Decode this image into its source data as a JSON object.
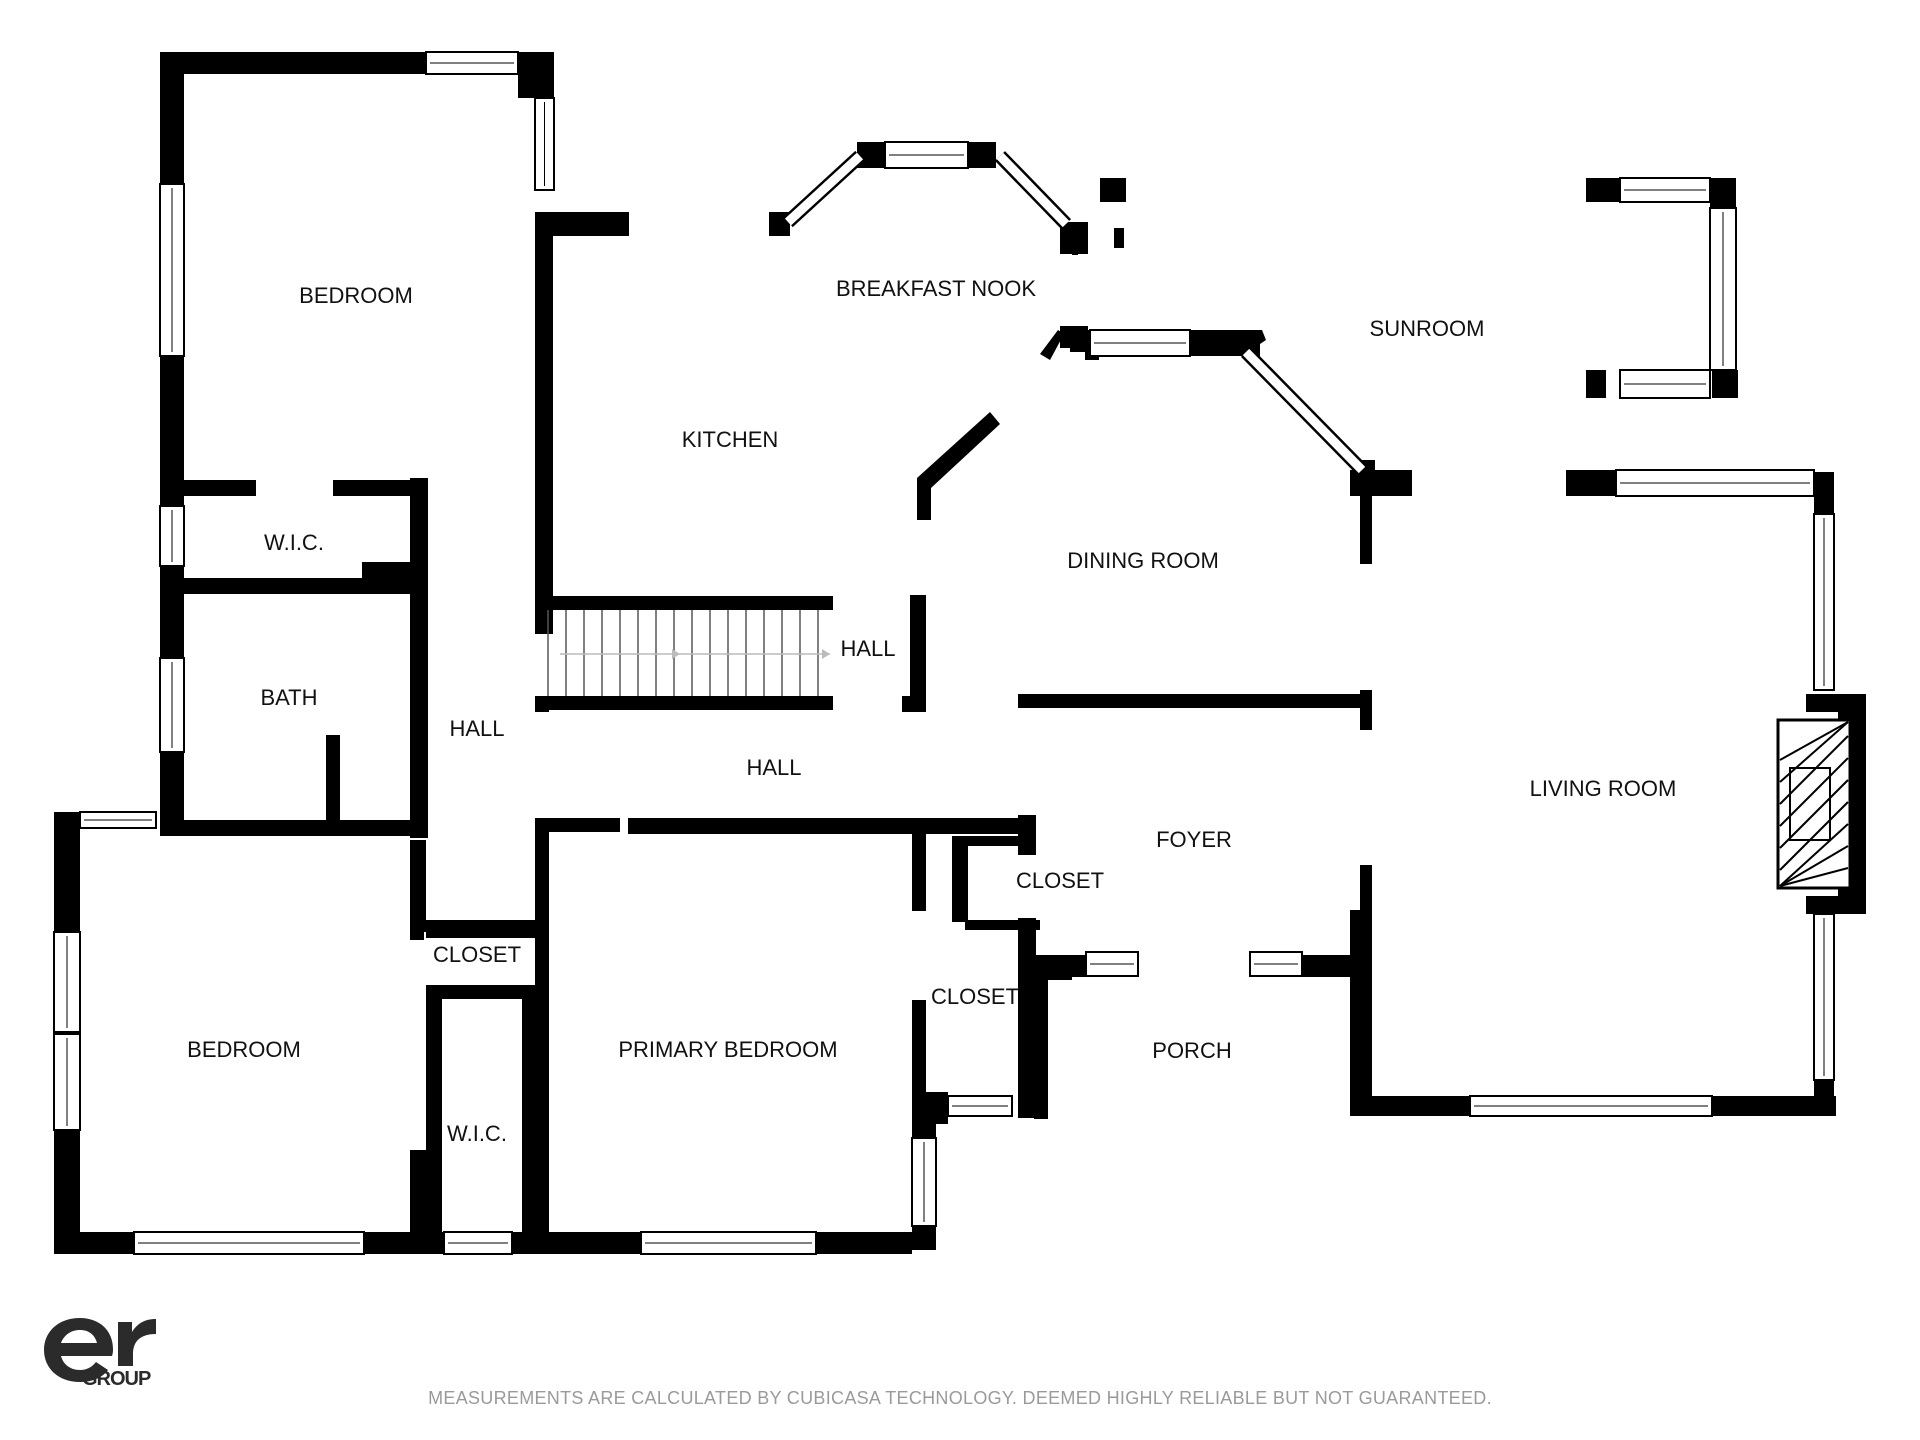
{
  "rooms": {
    "bedroom_top": "BEDROOM",
    "wic_top": "W.I.C.",
    "bath": "BATH",
    "hall_left": "HALL",
    "kitchen": "KITCHEN",
    "breakfast_nook": "BREAKFAST NOOK",
    "hall_stair": "HALL",
    "hall_center": "HALL",
    "dining_room": "DINING ROOM",
    "sunroom": "SUNROOM",
    "living_room": "LIVING ROOM",
    "foyer": "FOYER",
    "closet_foyer": "CLOSET",
    "closet_left": "CLOSET",
    "closet_mid": "CLOSET",
    "porch": "PORCH",
    "bedroom_bottom": "BEDROOM",
    "wic_bottom": "W.I.C.",
    "primary_bedroom": "PRIMARY BEDROOM"
  },
  "logo": {
    "mark": "er",
    "word": "GROUP"
  },
  "footer": {
    "disclaimer": "MEASUREMENTS ARE CALCULATED BY CUBICASA TECHNOLOGY. DEEMED HIGHLY RELIABLE BUT NOT GUARANTEED."
  },
  "colors": {
    "wall": "#000000",
    "window_fill": "#ffffff",
    "text": "#111111",
    "disclaimer": "#9a9a9a",
    "logo": "#2b2b2b"
  }
}
